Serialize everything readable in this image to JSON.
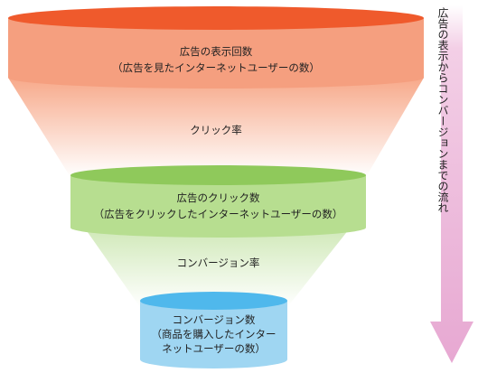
{
  "stages": [
    {
      "title": "広告の表示回数",
      "subtitle": "（広告を見たインターネットユーザーの数）",
      "color": "#f59f7f",
      "top_color": "#ef5a2c"
    },
    {
      "title": "広告のクリック数",
      "subtitle": "（広告をクリックしたインターネットユーザーの数）",
      "color": "#b7de90",
      "top_color": "#8fc95b"
    },
    {
      "title": "コンバージョン数",
      "subtitle": "（商品を購入したインター\nネットユーザーの数）",
      "color": "#9fd6f2",
      "top_color": "#4fb8ec"
    }
  ],
  "rates": [
    {
      "label": "クリック率"
    },
    {
      "label": "コンバージョン率"
    }
  ],
  "flow": {
    "label": "広告の表示からコンバージョンまでの流れ",
    "arrow_color": "#e7a8d2"
  }
}
